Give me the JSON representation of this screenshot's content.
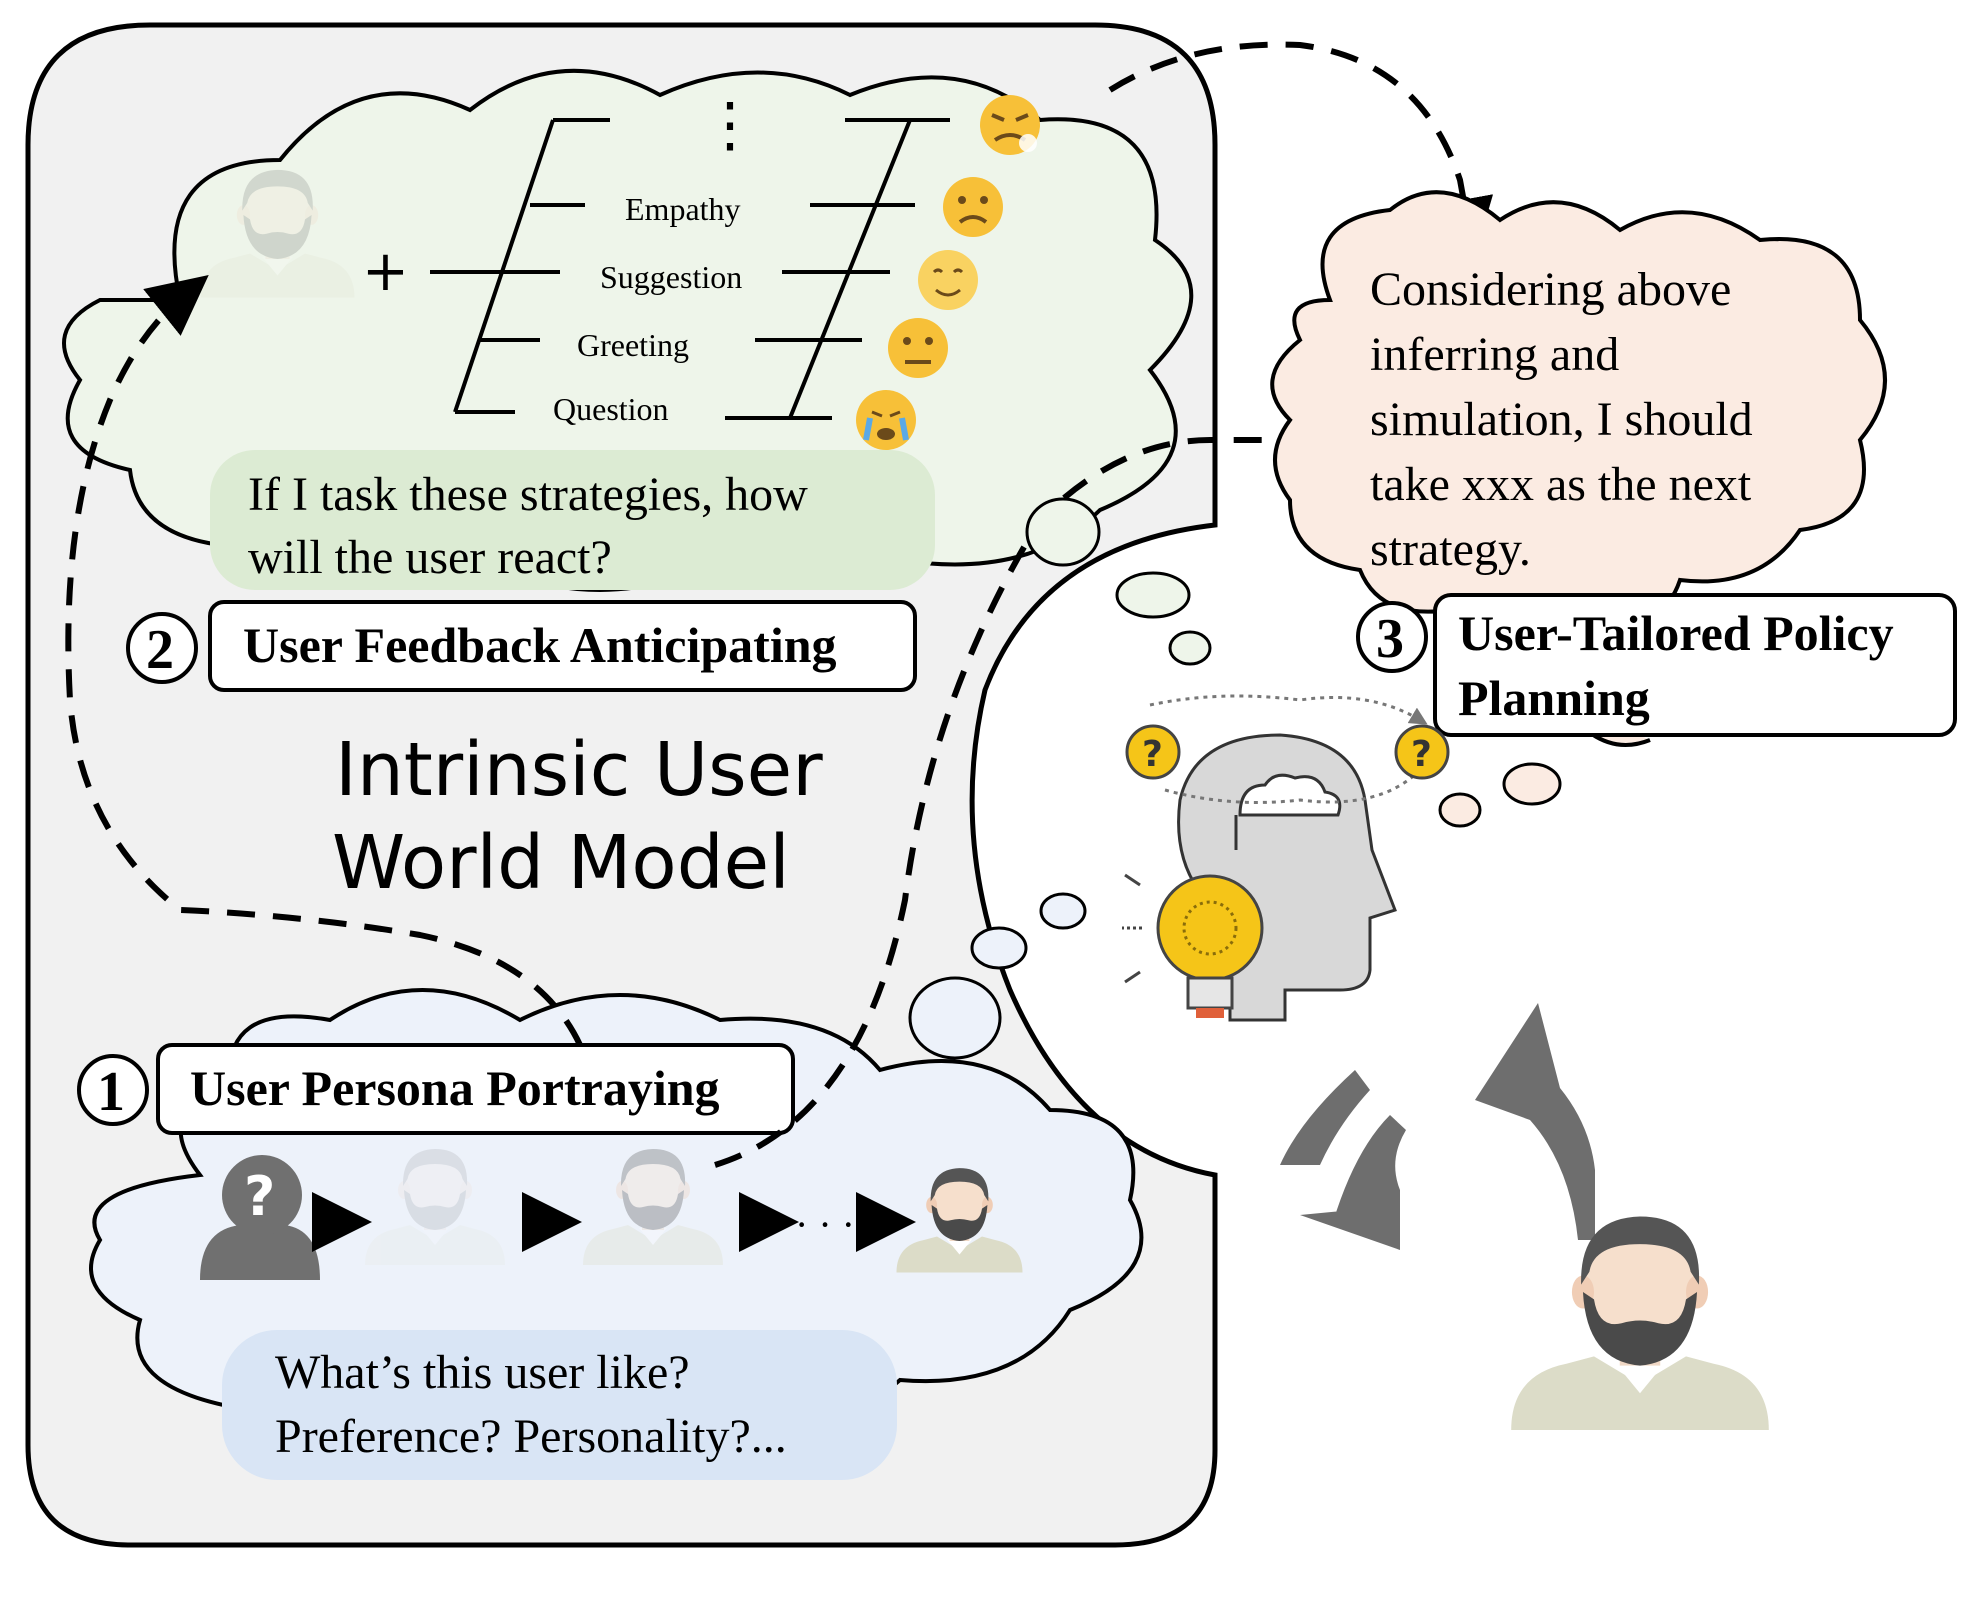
{
  "main_title": {
    "line1": "Intrinsic User",
    "line2": "World Model"
  },
  "steps": [
    {
      "number": "1",
      "label": "User Persona Portraying"
    },
    {
      "number": "2",
      "label": "User Feedback Anticipating"
    },
    {
      "number": "3",
      "label_line1": "User-Tailored Policy",
      "label_line2": "Planning"
    }
  ],
  "feedback_cloud": {
    "strategies": [
      "Empathy",
      "Suggestion",
      "Greeting",
      "Question"
    ],
    "plus": "+",
    "more": "⋮",
    "question_line1": "If I task these strategies, how",
    "question_line2": "will the user react?",
    "emojis": [
      "😤",
      "😟",
      "🙂",
      "😐",
      "😭"
    ]
  },
  "persona_cloud": {
    "question_line1": "What’s this user like?",
    "question_line2": "Preference? Personality?...",
    "ellipsis": "· · ·",
    "unknown_mark": "?"
  },
  "policy_cloud": {
    "line1": "Considering above",
    "line2": "inferring and",
    "line3": "simulation, I should",
    "line4": "take xxx as the next",
    "line5": "strategy."
  },
  "thinking_icon": {
    "mark": "?"
  },
  "colors": {
    "panel": "#f1f1f1",
    "feedback_cloud": "#eef5ea",
    "feedback_bubble": "#dcebd3",
    "persona_cloud": "#edf2fa",
    "persona_bubble": "#d9e5f5",
    "policy_cloud": "#fbebe2",
    "arrows": "#6e6e6e",
    "bulb": "#f5c518"
  }
}
